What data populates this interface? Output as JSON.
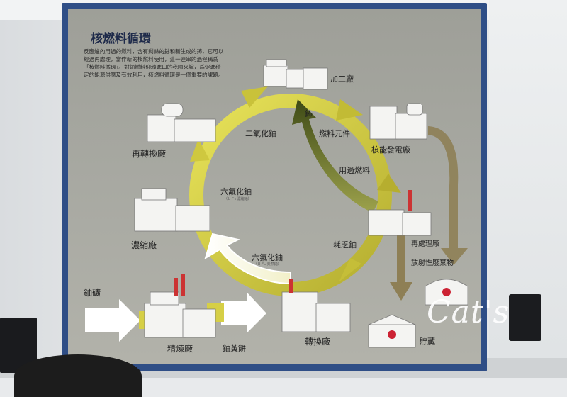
{
  "title": "核燃料循環",
  "intro": "反應爐內用過的燃料，含有剩餘的鈾和新生成的鈽，它可以經過再處理，當作新的核燃料使用，這一連串的過程稱爲「核燃料循環」。對鈾燃料仰賴進口的我國來說，爲促進穩定的能源供應及有效利用，核燃料循環是一個重要的課題。",
  "facilities": {
    "processing_plant": "加工廠",
    "nuclear_power_plant": "核能發電廠",
    "reprocessing_plant": "再處理廠",
    "reconversion_plant": "再轉換廠",
    "enrichment_plant": "濃縮廠",
    "refinery": "精煉廠",
    "conversion_plant": "轉換廠",
    "storage": "貯藏"
  },
  "materials": {
    "plutonium": "鈽",
    "fuel_element": "燃料元件",
    "spent_fuel": "用過燃料",
    "depleted_uranium": "耗乏鈾",
    "uranium_dioxide": "二氧化鈾",
    "uf6_enriched": "六氟化鈾",
    "uf6": "六氟化鈾",
    "yellowcake": "鈾黃餅",
    "uranium_ore": "鈾礦",
    "radioactive_waste": "放射性廢棄物",
    "uf6_enriched_note": "（ＵＦ₆ 濃縮鈾）",
    "uf6_note": "（ＵＦ₆ 天然鈾）"
  },
  "watermark": "Cat's",
  "colors": {
    "frame": "#2f4e86",
    "board": "#a3a39c",
    "cycle_yellow": "#e2dc4a",
    "cycle_olive": "#9a9430",
    "plutonium_green": "#4d5a1e",
    "waste_brown": "#8e7f55"
  }
}
